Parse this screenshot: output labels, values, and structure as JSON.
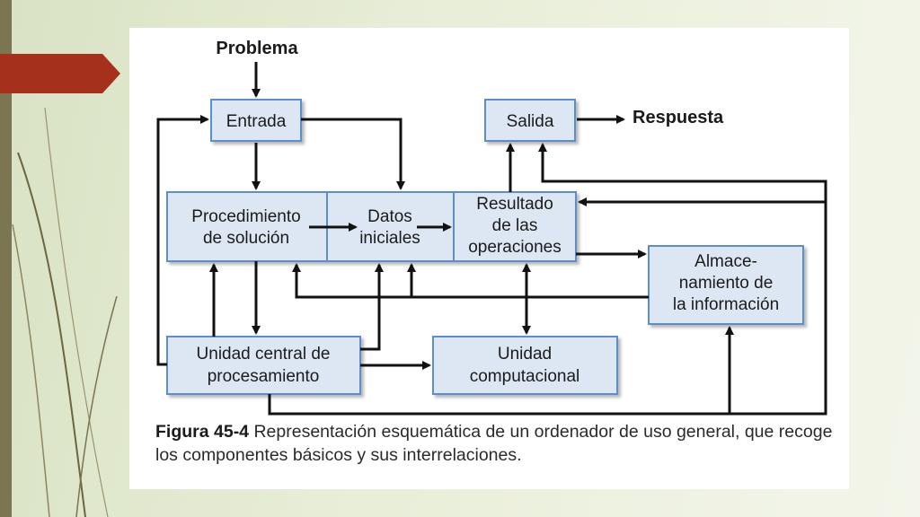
{
  "slide": {
    "accent_color": "#a5311c",
    "sidebar_color": "#7b7552"
  },
  "diagram": {
    "input_label": "Problema",
    "output_label": "Respuesta",
    "boxes": {
      "entrada": "Entrada",
      "salida": "Salida",
      "procedimiento": [
        "Procedimiento",
        "de solución"
      ],
      "datos": [
        "Datos",
        "iniciales"
      ],
      "resultado": [
        "Resultado",
        "de las",
        "operaciones"
      ],
      "almacenamiento": [
        "Almace-",
        "namiento de",
        "la información"
      ],
      "ucp": [
        "Unidad central de",
        "procesamiento"
      ],
      "computacional": [
        "Unidad",
        "computacional"
      ]
    },
    "box_fill": "#dde7f3",
    "box_stroke": "#5b8fc9"
  },
  "caption": {
    "label": "Figura 45-4",
    "text": "Representación esquemática de un ordenador de uso general, que recoge los componentes básicos y sus interrelaciones."
  }
}
